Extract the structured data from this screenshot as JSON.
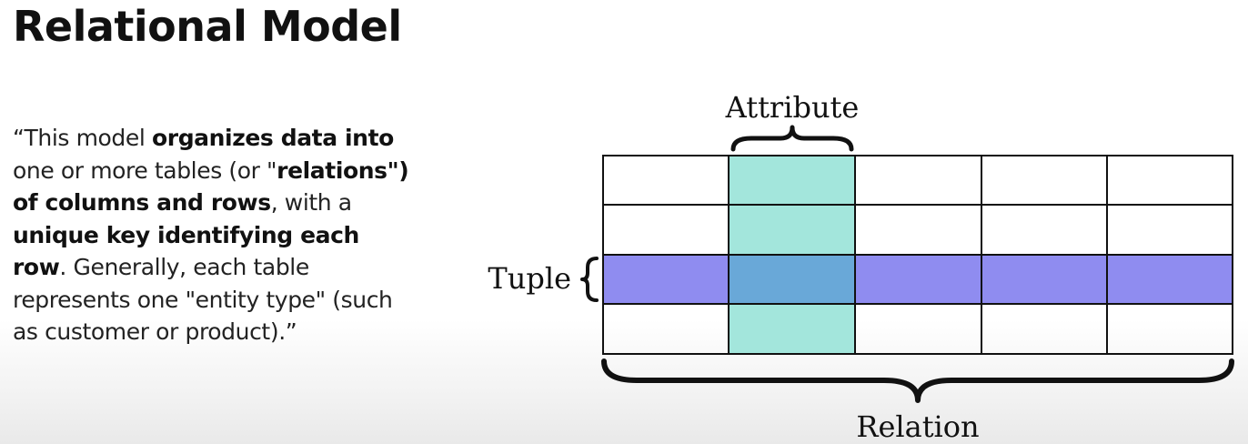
{
  "slide": {
    "title": "Relational Model"
  },
  "quote": {
    "segments": [
      {
        "text": "“This model ",
        "bold": false
      },
      {
        "text": "organizes data into",
        "bold": true
      },
      {
        "text": " one or more tables (or \"",
        "bold": false
      },
      {
        "text": "relations\") of columns and rows",
        "bold": true
      },
      {
        "text": ", with a ",
        "bold": false
      },
      {
        "text": "unique key identifying each row",
        "bold": true
      },
      {
        "text": ". Generally, each table represents one \"entity type\" (such as customer or product).”",
        "bold": false
      }
    ]
  },
  "diagram": {
    "attribute_label": "Attribute",
    "tuple_label": "Tuple",
    "relation_label": "Relation",
    "rows": 4,
    "columns": 5,
    "highlighted_column": 2,
    "highlighted_row": 3,
    "colors": {
      "attribute_fill": "#a3e6dc",
      "tuple_fill": "#8f8cf0",
      "overlap_fill": "#69a8d8",
      "grid_line": "#111111"
    }
  }
}
